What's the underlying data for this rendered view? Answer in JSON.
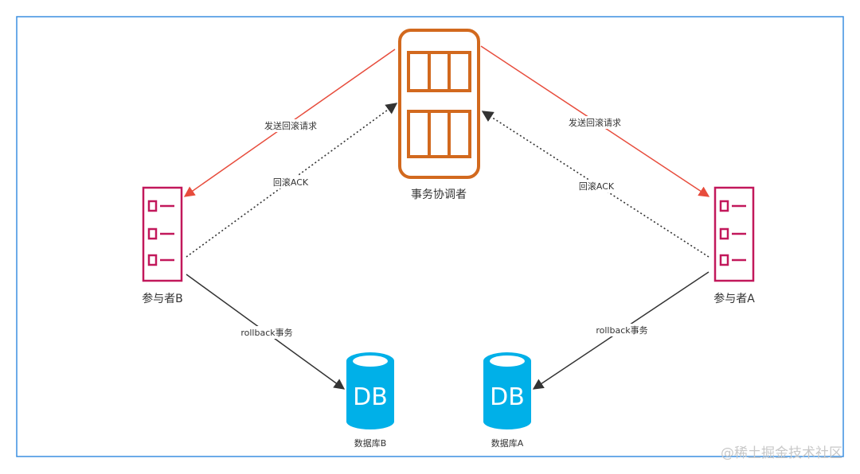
{
  "nodes": {
    "coordinator": {
      "label": "事务协调者",
      "color": "#d2691e"
    },
    "participant_b": {
      "label": "参与者B",
      "color": "#c2185b"
    },
    "participant_a": {
      "label": "参与者A",
      "color": "#c2185b"
    },
    "database_b": {
      "label": "数据库B",
      "icon_text": "DB",
      "color": "#00b0e8"
    },
    "database_a": {
      "label": "数据库A",
      "icon_text": "DB",
      "color": "#00b0e8"
    }
  },
  "edges": {
    "send_rollback_b": {
      "label": "发送回滚请求",
      "color": "#e74c3c",
      "style": "solid"
    },
    "send_rollback_a": {
      "label": "发送回滚请求",
      "color": "#e74c3c",
      "style": "solid"
    },
    "ack_b": {
      "label": "回滚ACK",
      "color": "#333333",
      "style": "dotted"
    },
    "ack_a": {
      "label": "回滚ACK",
      "color": "#333333",
      "style": "dotted"
    },
    "rollback_tx_b": {
      "label": "rollback事务",
      "color": "#333333",
      "style": "solid"
    },
    "rollback_tx_a": {
      "label": "rollback事务",
      "color": "#333333",
      "style": "solid"
    }
  },
  "frame_color": "#3b8fe0",
  "watermark": "@稀土掘金技术社区"
}
